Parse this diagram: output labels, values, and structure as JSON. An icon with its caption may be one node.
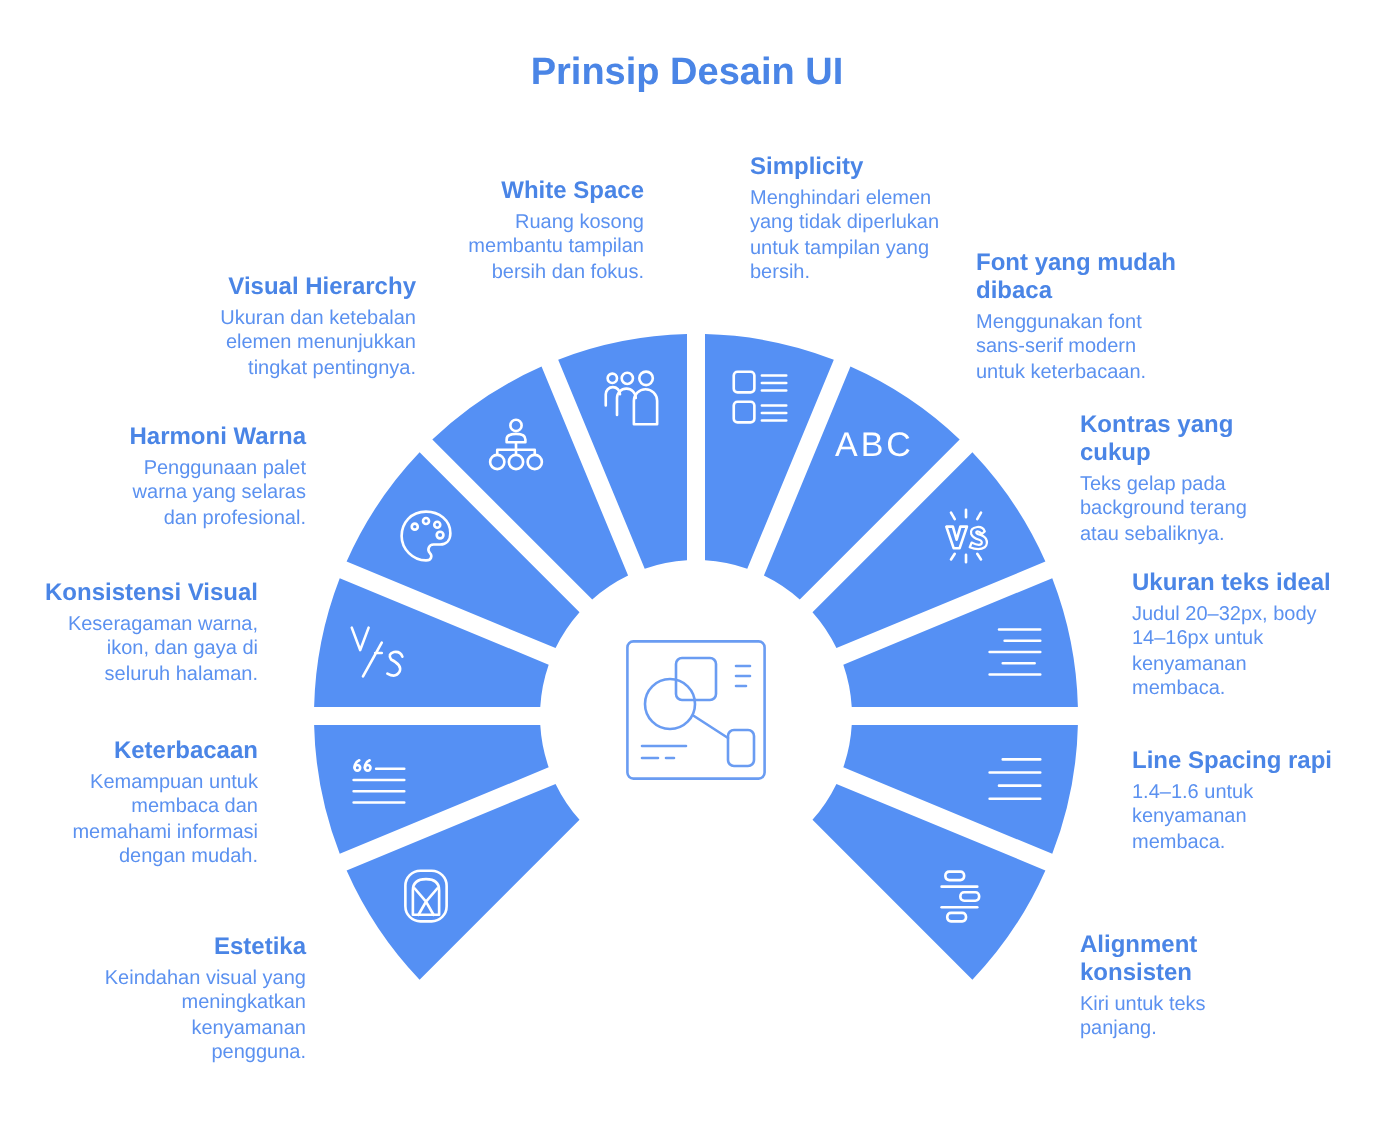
{
  "diagram": {
    "title": "Prinsip Desain UI",
    "nodes": [
      {
        "text": [
          "Estetika",
          "Keindahan visual yang meningkatkan kenyamanan pengguna."
        ]
      },
      {
        "text": [
          "Keterbacaan",
          "Kemampuan untuk membaca dan memahami informasi dengan mudah."
        ]
      },
      {
        "text": [
          "Konsistensi Visual",
          "Keseragaman warna, ikon, dan gaya di seluruh halaman."
        ]
      },
      {
        "text": [
          "Harmoni Warna",
          "Penggunaan palet warna yang selaras dan profesional."
        ]
      },
      {
        "text": [
          "Visual Hierarchy",
          "Ukuran dan ketebalan elemen menunjukkan tingkat pentingnya."
        ]
      },
      {
        "text": [
          "White Space",
          "Ruang kosong membantu tampilan bersih dan fokus."
        ]
      },
      {
        "text": [
          "Simplicity",
          "Menghindari elemen yang tidak diperlukan untuk tampilan yang bersih."
        ]
      },
      {
        "text": [
          "Font yang mudah dibaca",
          "Menggunakan font sans-serif modern untuk keterbacaan."
        ]
      },
      {
        "text": [
          "Kontras yang cukup",
          "Teks gelap pada background terang atau sebaliknya."
        ]
      },
      {
        "text": [
          "Ukuran teks ideal",
          "Judul 20–32px, body 14–16px untuk kenyamanan membaca."
        ]
      },
      {
        "text": [
          "Line Spacing rapi",
          "1.4–1.6 untuk kenyamanan membaca."
        ]
      },
      {
        "text": [
          "Alignment konsisten",
          "Kiri untuk teks panjang."
        ]
      }
    ],
    "labels": [
      "ABC"
    ]
  }
}
